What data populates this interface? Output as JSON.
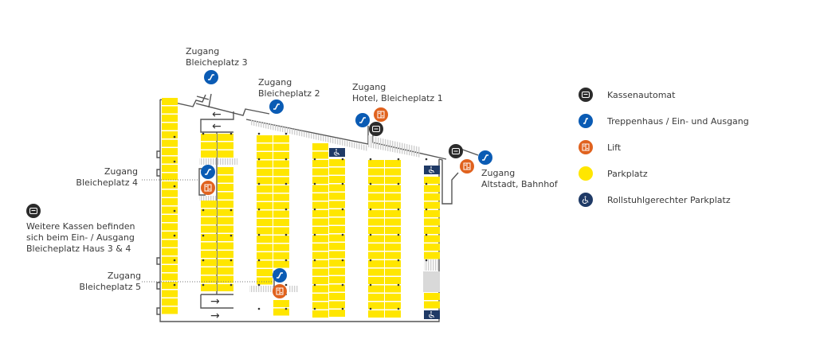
{
  "colors": {
    "parking": "#ffe600",
    "stair": "#0a5bb4",
    "lift": "#e0621e",
    "kasse": "#2b2b2b",
    "wheelchair": "#1f3a66",
    "wall": "#555555",
    "reserved": "#d9d9d9"
  },
  "labels": {
    "bleicheplatz3": {
      "line1": "Zugang",
      "line2": "Bleicheplatz 3"
    },
    "bleicheplatz2": {
      "line1": "Zugang",
      "line2": "Bleicheplatz 2"
    },
    "hotel": {
      "line1": "Zugang",
      "line2": "Hotel, Bleicheplatz 1"
    },
    "altstadt": {
      "line1": "Zugang",
      "line2": "Altstadt, Bahnhof"
    },
    "bleicheplatz4": {
      "line1": "Zugang",
      "line2": "Bleicheplatz 4"
    },
    "bleicheplatz5": {
      "line1": "Zugang",
      "line2": "Bleicheplatz 5"
    }
  },
  "note": {
    "icon": "kasse-icon",
    "line1": "Weitere Kassen befinden",
    "line2": "sich beim Ein- / Ausgang",
    "line3": "Bleicheplatz Haus 3 & 4"
  },
  "legend": [
    {
      "icon": "kasse-icon",
      "label": "Kassenautomat"
    },
    {
      "icon": "stair-icon",
      "label": "Treppenhaus / Ein- und Ausgang"
    },
    {
      "icon": "lift-icon",
      "label": "Lift"
    },
    {
      "icon": "parking-icon",
      "label": "Parkplatz"
    },
    {
      "icon": "wheelchair-icon",
      "label": "Rollstuhlgerechter Parkplatz"
    }
  ],
  "arrows": {
    "left": "←",
    "right": "→"
  }
}
